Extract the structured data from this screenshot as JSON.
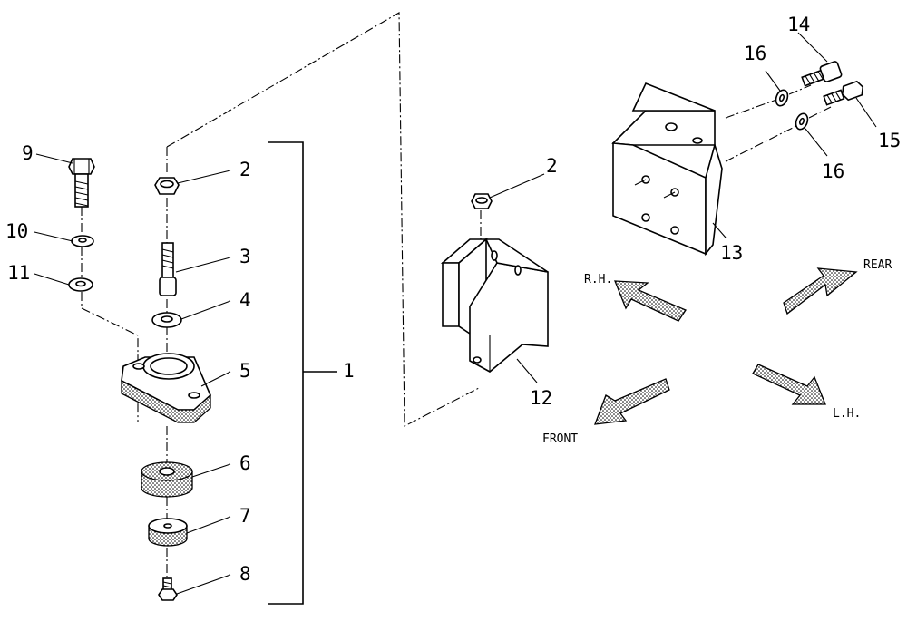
{
  "part_labels": {
    "p1": "1",
    "p2a": "2",
    "p2b": "2",
    "p3": "3",
    "p4": "4",
    "p5": "5",
    "p6": "6",
    "p7": "7",
    "p8": "8",
    "p9": "9",
    "p10": "10",
    "p11": "11",
    "p12": "12",
    "p13": "13",
    "p14": "14",
    "p15": "15",
    "p16a": "16",
    "p16b": "16"
  },
  "direction_labels": {
    "rh": "R.H.",
    "rear": "REAR",
    "front": "FRONT",
    "lh": "L.H."
  }
}
